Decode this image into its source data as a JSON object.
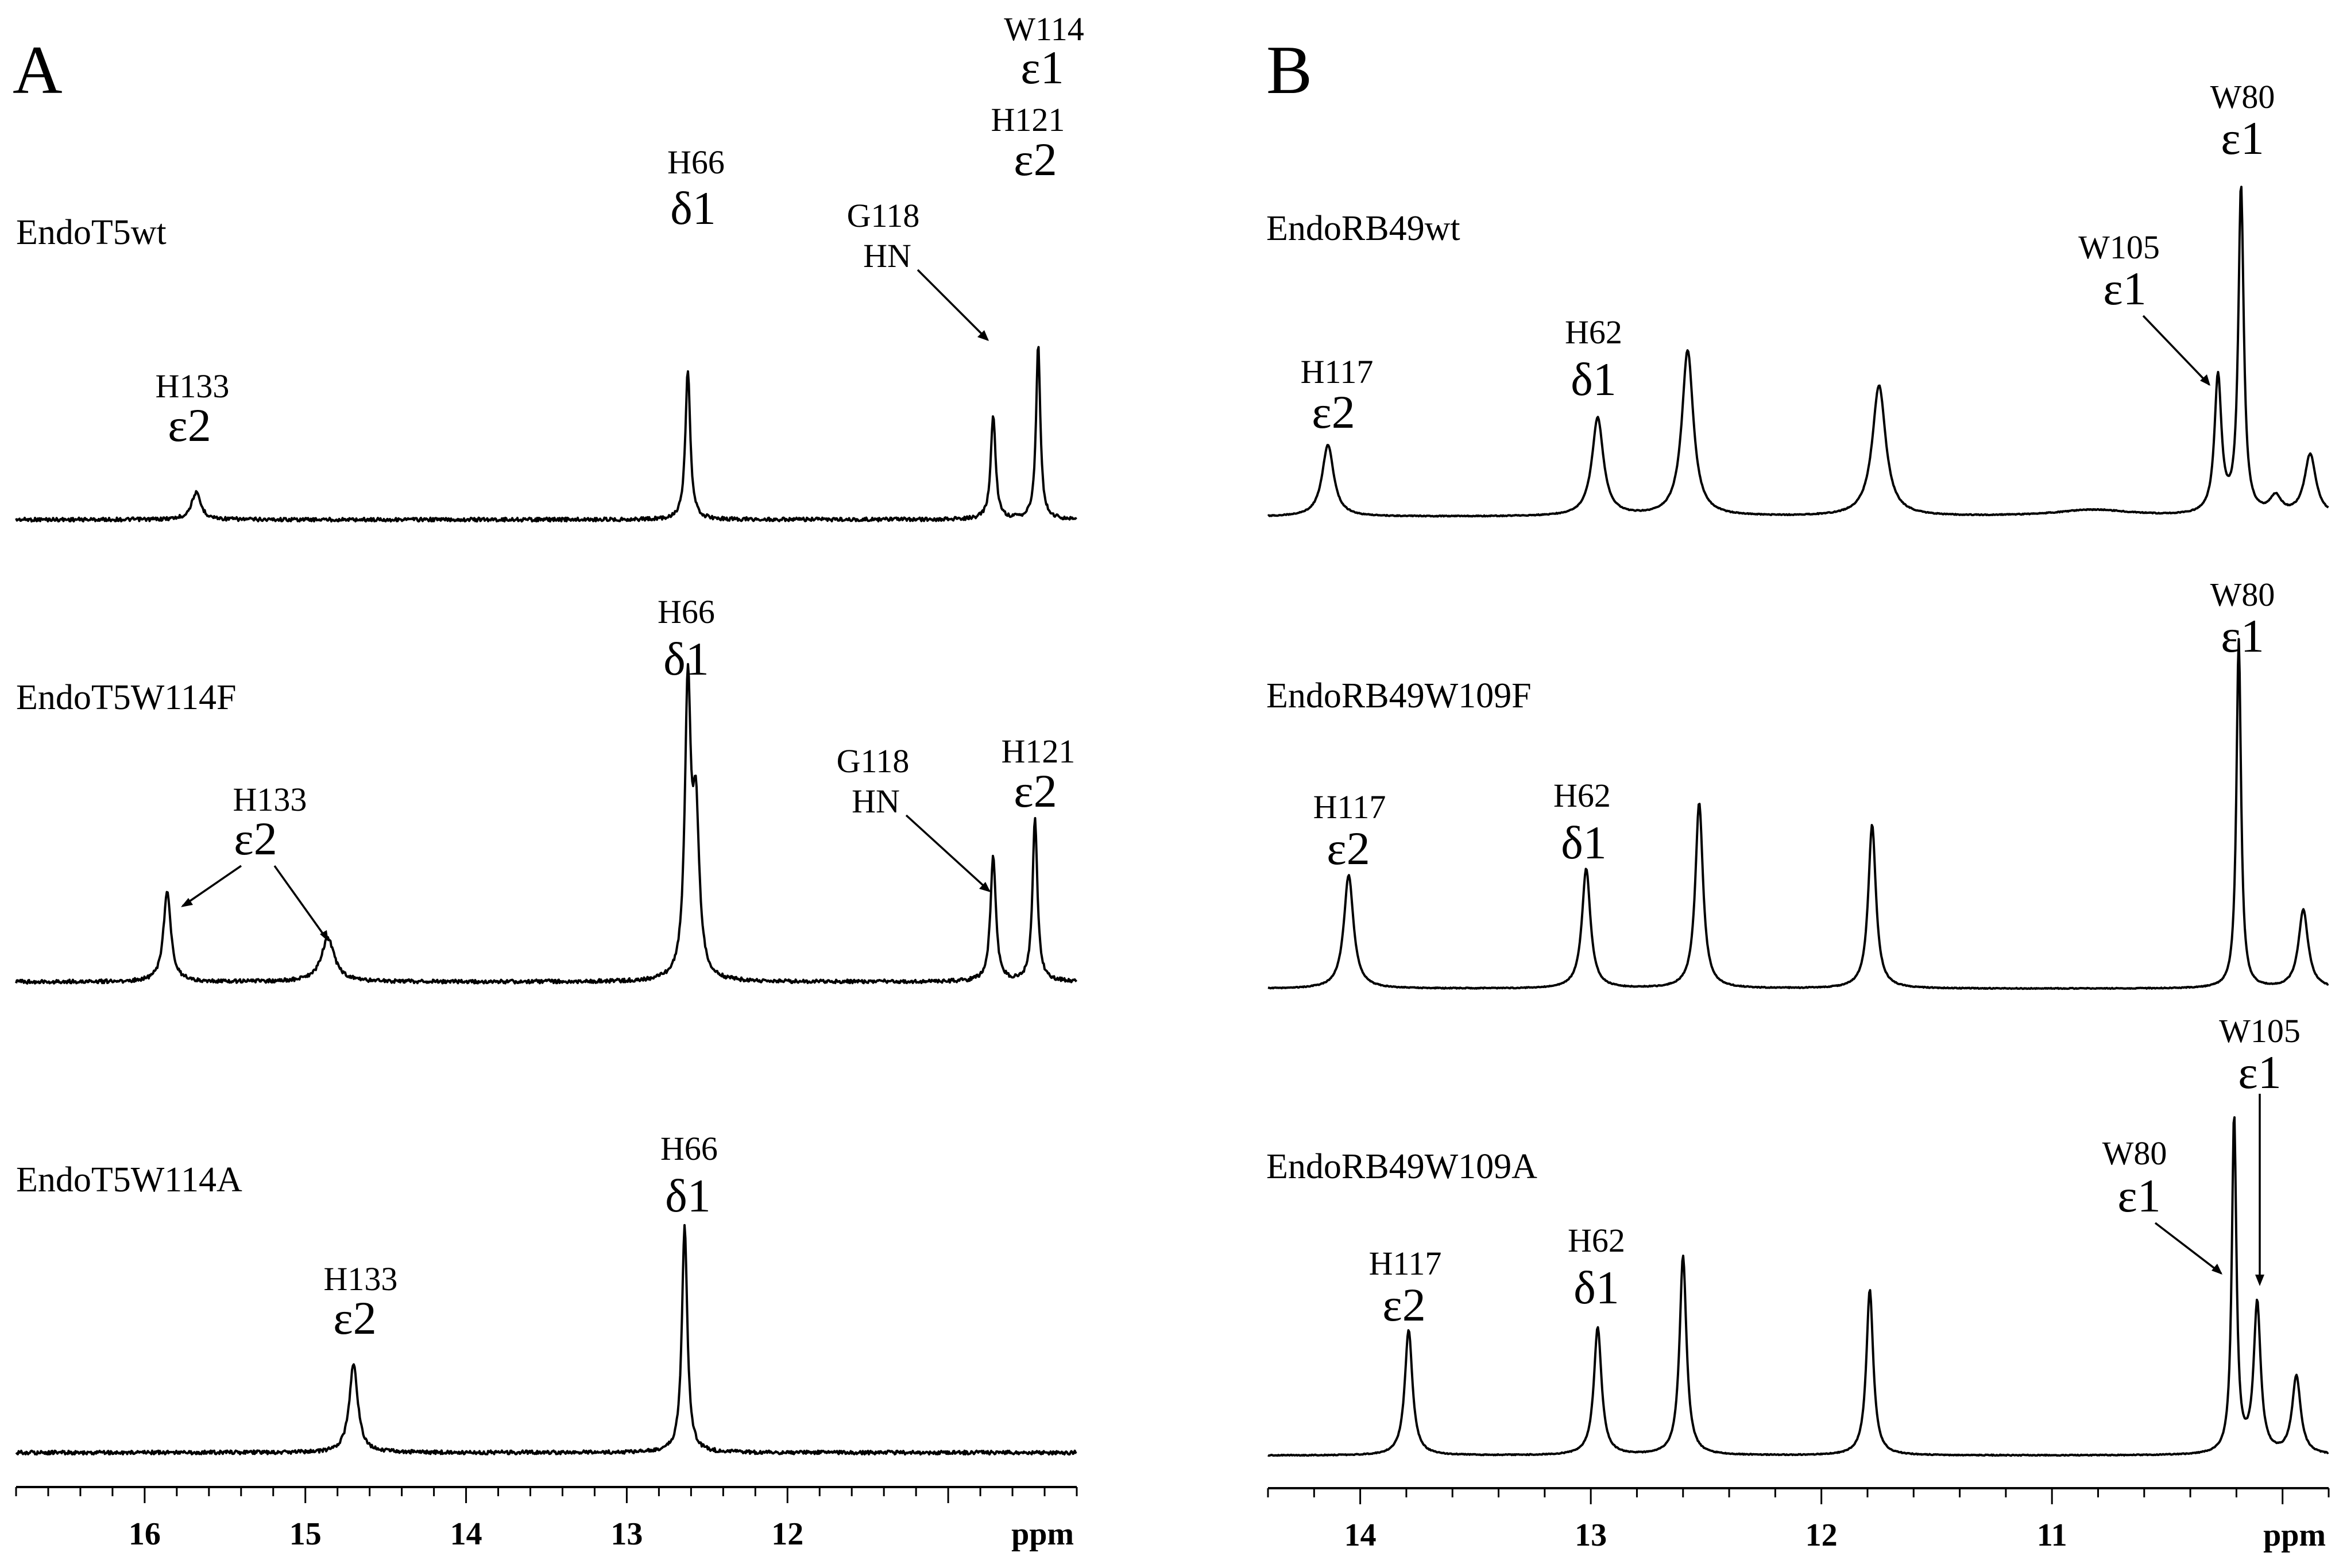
{
  "chart_data": [
    {
      "type": "line",
      "panel": "A",
      "xaxis": {
        "label": "ppm",
        "xlim": [
          16.8,
          10.2
        ],
        "major_ticks": [
          16,
          15,
          14,
          13,
          12
        ],
        "tick_labels": [
          "16",
          "15",
          "14",
          "13",
          "12"
        ],
        "minor_step": 0.2,
        "reversed": true
      },
      "spectra": [
        {
          "name": "EndoT5wt",
          "peaks": [
            {
              "ppm": 15.68,
              "height": 0.18,
              "width": 0.035,
              "label": {
                "res": "H133",
                "atom": "ε2"
              }
            },
            {
              "ppm": 12.62,
              "height": 1.0,
              "width": 0.018,
              "label": {
                "res": "H66",
                "atom": "δ1"
              }
            },
            {
              "ppm": 10.72,
              "height": 0.7,
              "width": 0.018,
              "label": {
                "res": "G118",
                "atom": "HN"
              }
            },
            {
              "ppm": 10.44,
              "height": 1.17,
              "width": 0.016,
              "label": {
                "res": "H121",
                "atom": "ε2"
              }
            }
          ],
          "extra_labels": [
            {
              "res": "W114",
              "atom": "ε1"
            }
          ]
        },
        {
          "name": "EndoT5W114F",
          "peaks": [
            {
              "ppm": 15.86,
              "height": 0.31,
              "width": 0.028,
              "label": {
                "res": "H133",
                "atom": "ε2"
              }
            },
            {
              "ppm": 14.86,
              "height": 0.15,
              "width": 0.05
            },
            {
              "ppm": 12.62,
              "height": 1.0,
              "width": 0.022,
              "label": {
                "res": "H66",
                "atom": "δ1"
              }
            },
            {
              "ppm": 12.57,
              "height": 0.55,
              "width": 0.025
            },
            {
              "ppm": 10.72,
              "height": 0.44,
              "width": 0.02,
              "label": {
                "res": "G118",
                "atom": "HN"
              }
            },
            {
              "ppm": 10.46,
              "height": 0.57,
              "width": 0.018,
              "label": {
                "res": "H121",
                "atom": "ε2"
              }
            }
          ]
        },
        {
          "name": "EndoT5W114A",
          "peaks": [
            {
              "ppm": 14.7,
              "height": 0.39,
              "width": 0.032,
              "label": {
                "res": "H133",
                "atom": "ε2"
              }
            },
            {
              "ppm": 12.64,
              "height": 1.0,
              "width": 0.02,
              "label": {
                "res": "H66",
                "atom": "δ1"
              }
            }
          ]
        }
      ]
    },
    {
      "type": "line",
      "panel": "B",
      "xaxis": {
        "label": "ppm",
        "xlim": [
          14.4,
          9.8
        ],
        "major_ticks": [
          14,
          13,
          12,
          11
        ],
        "tick_labels": [
          "14",
          "13",
          "12",
          "11"
        ],
        "minor_step": 0.2,
        "reversed": true
      },
      "spectra": [
        {
          "name": "EndoRB49wt",
          "peaks": [
            {
              "ppm": 14.14,
              "height": 0.33,
              "width": 0.03,
              "label": {
                "res": "H117",
                "atom": "ε2"
              }
            },
            {
              "ppm": 12.97,
              "height": 0.45,
              "width": 0.03,
              "label": {
                "res": "H62",
                "atom": "δ1"
              }
            },
            {
              "ppm": 12.58,
              "height": 0.76,
              "width": 0.03
            },
            {
              "ppm": 11.75,
              "height": 0.6,
              "width": 0.035
            },
            {
              "ppm": 10.82,
              "height": 0.03,
              "width": 0.2
            },
            {
              "ppm": 10.28,
              "height": 0.63,
              "width": 0.018,
              "label": {
                "res": "W105",
                "atom": "ε1"
              }
            },
            {
              "ppm": 10.18,
              "height": 1.5,
              "width": 0.014,
              "label": {
                "res": "W80",
                "atom": "ε1"
              }
            },
            {
              "ppm": 10.03,
              "height": 0.08,
              "width": 0.03
            },
            {
              "ppm": 9.88,
              "height": 0.28,
              "width": 0.03
            }
          ]
        },
        {
          "name": "EndoRB49W109F",
          "peaks": [
            {
              "ppm": 14.05,
              "height": 0.52,
              "width": 0.025,
              "label": {
                "res": "H117",
                "atom": "ε2"
              }
            },
            {
              "ppm": 13.02,
              "height": 0.55,
              "width": 0.022,
              "label": {
                "res": "H62",
                "atom": "δ1"
              }
            },
            {
              "ppm": 12.53,
              "height": 0.85,
              "width": 0.02
            },
            {
              "ppm": 11.78,
              "height": 0.75,
              "width": 0.02
            },
            {
              "ppm": 10.19,
              "height": 1.6,
              "width": 0.012,
              "label": {
                "res": "W80",
                "atom": "ε1"
              }
            },
            {
              "ppm": 9.91,
              "height": 0.36,
              "width": 0.025
            }
          ]
        },
        {
          "name": "EndoRB49W109A",
          "peaks": [
            {
              "ppm": 13.79,
              "height": 0.56,
              "width": 0.02,
              "label": {
                "res": "H117",
                "atom": "ε2"
              }
            },
            {
              "ppm": 12.97,
              "height": 0.57,
              "width": 0.02,
              "label": {
                "res": "H62",
                "atom": "δ1"
              }
            },
            {
              "ppm": 12.6,
              "height": 0.89,
              "width": 0.018
            },
            {
              "ppm": 11.79,
              "height": 0.74,
              "width": 0.018
            },
            {
              "ppm": 10.21,
              "height": 1.51,
              "width": 0.012,
              "label": {
                "res": "W80",
                "atom": "ε1"
              }
            },
            {
              "ppm": 10.11,
              "height": 0.67,
              "width": 0.018,
              "label": {
                "res": "W105",
                "atom": "ε1"
              }
            },
            {
              "ppm": 9.94,
              "height": 0.35,
              "width": 0.022
            }
          ]
        }
      ]
    }
  ]
}
